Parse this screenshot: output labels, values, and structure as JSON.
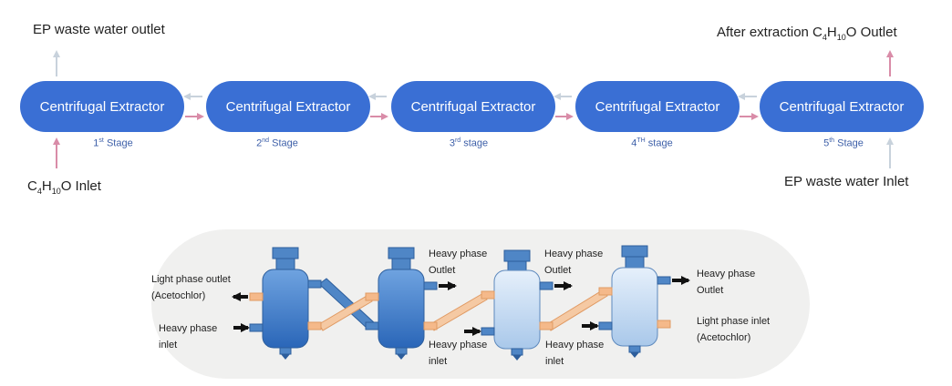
{
  "colors": {
    "pill": "#3a6fd4",
    "arrow_pink": "#d98ca8",
    "arrow_grey": "#c8d2dc",
    "stage_text": "#3d5fa8",
    "panel_bg": "#f0f0ef",
    "pipe_orange": "#f5b98a",
    "nozzle_blue": "#4f86c6",
    "arrow_black": "#111111"
  },
  "flow": {
    "extractor_label": "Centrifugal Extractor",
    "stages": [
      {
        "num": "1",
        "sup": "st",
        "word": "Stage"
      },
      {
        "num": "2",
        "sup": "nd",
        "word": "Stage"
      },
      {
        "num": "3",
        "sup": "rd",
        "word": "stage"
      },
      {
        "num": "4",
        "sup": "TH",
        "word": "stage"
      },
      {
        "num": "5",
        "sup": "th",
        "word": "Stage"
      }
    ],
    "ep_outlet": "EP waste water outlet",
    "ep_inlet": "EP waste water Inlet",
    "solvent_inlet": {
      "c": "C",
      "s1": "4",
      "h": "H",
      "s2": "10",
      "o": "O Inlet"
    },
    "solvent_outlet": {
      "pre": "After extraction C",
      "s1": "4",
      "h": "H",
      "s2": "10",
      "o": "O Outlet"
    }
  },
  "equipment": {
    "light_outlet": "Light phase outlet",
    "light_outlet_sub": "(Acetochlor)",
    "heavy_inlet_1": "Heavy phase",
    "heavy_inlet_2": "inlet",
    "heavy_outlet_1": "Heavy phase",
    "heavy_outlet_2": "Outlet",
    "light_inlet": "Light phase inlet",
    "light_inlet_sub": "(Acetochlor)"
  }
}
